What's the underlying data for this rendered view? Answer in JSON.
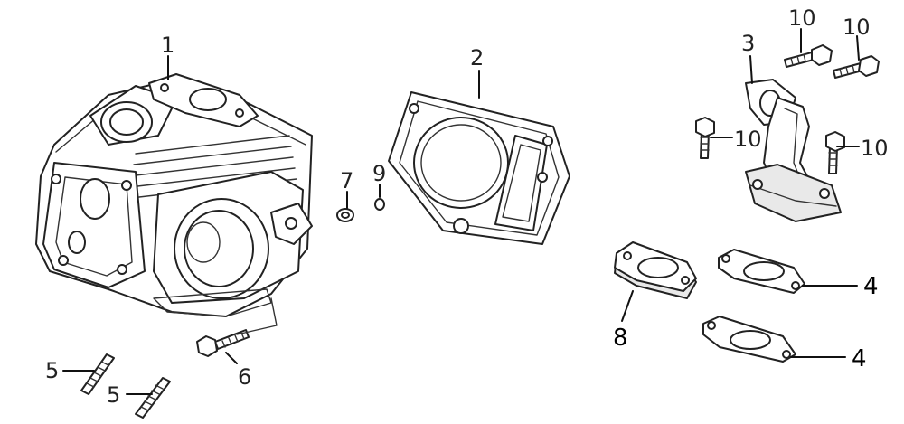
{
  "diagram": {
    "background_color": "#ffffff",
    "line_color": "#222222",
    "callouts": [
      {
        "id": "1",
        "label": "1"
      },
      {
        "id": "2",
        "label": "2"
      },
      {
        "id": "3",
        "label": "3"
      },
      {
        "id": "4a",
        "label": "4"
      },
      {
        "id": "4b",
        "label": "4"
      },
      {
        "id": "5a",
        "label": "5"
      },
      {
        "id": "5b",
        "label": "5"
      },
      {
        "id": "6",
        "label": "6"
      },
      {
        "id": "7",
        "label": "7"
      },
      {
        "id": "8",
        "label": "8"
      },
      {
        "id": "9",
        "label": "9"
      },
      {
        "id": "10a",
        "label": "10"
      },
      {
        "id": "10b",
        "label": "10"
      },
      {
        "id": "10c",
        "label": "10"
      },
      {
        "id": "10d",
        "label": "10"
      }
    ]
  }
}
